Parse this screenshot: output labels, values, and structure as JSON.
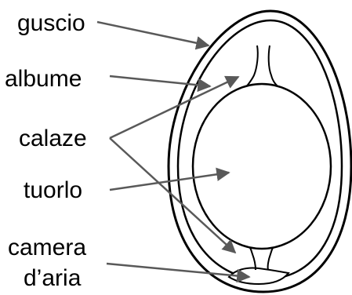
{
  "diagram": {
    "labels": {
      "guscio": "guscio",
      "albume": "albume",
      "calaze": "calaze",
      "tuorlo": "tuorlo",
      "camera_line1": "camera",
      "camera_line2": "d’aria"
    },
    "colors": {
      "outline": "#000000",
      "arrow": "#595959",
      "fill": "#ffffff"
    }
  }
}
